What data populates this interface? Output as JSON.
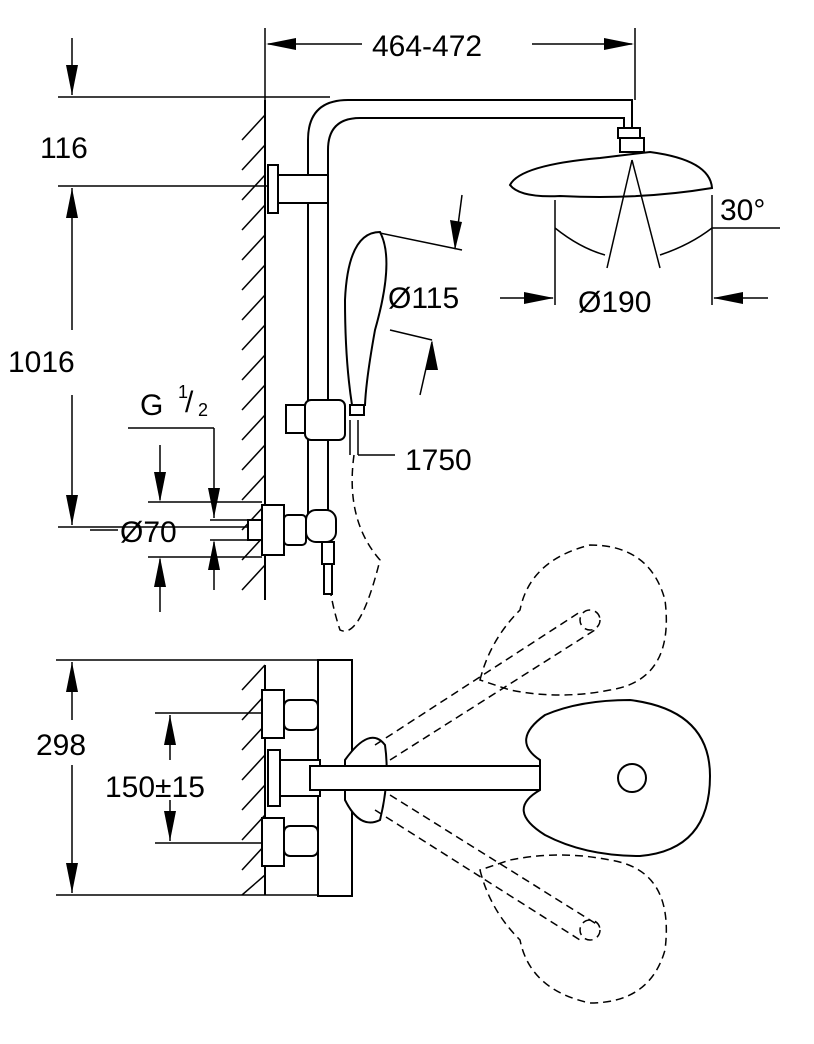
{
  "dimensions": {
    "arm_length": "464-472",
    "wall_to_top": "116",
    "height": "1016",
    "thread": "G",
    "thread_num": "1",
    "thread_den": "2",
    "escutcheon": "Ø70",
    "hand_shower": "Ø115",
    "head_shower": "Ø190",
    "angle": "30°",
    "hose": "1750",
    "depth": "298",
    "centers": "150±15"
  }
}
